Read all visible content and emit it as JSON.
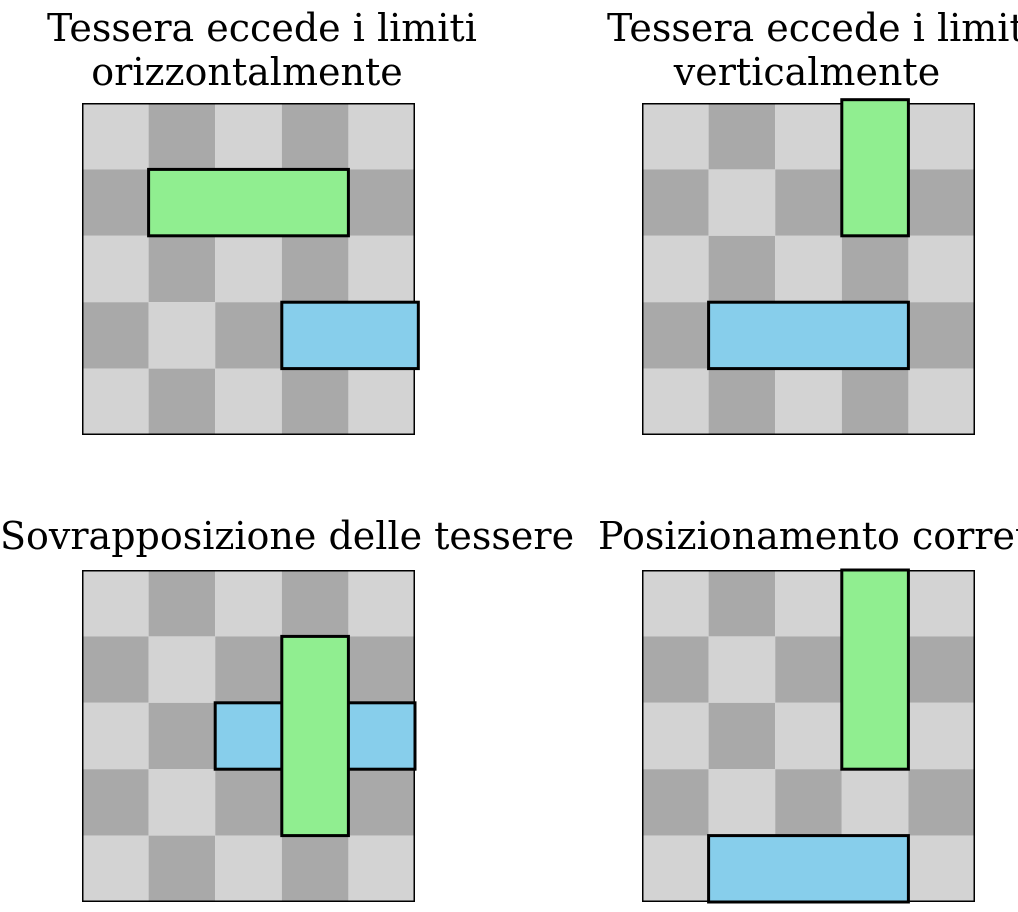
{
  "colors": {
    "light_cell": "#d3d3d3",
    "dark_cell": "#a9a9a9",
    "tile_green": "#90ee90",
    "tile_blue": "#87ceeb",
    "outline": "#000000"
  },
  "grid": {
    "rows": 5,
    "cols": 5
  },
  "panels": [
    {
      "title_lines": [
        "Tessera eccede i limiti",
        "orizzontalmente"
      ],
      "tiles": [
        {
          "color": "tile_green",
          "row": 1,
          "col": 1,
          "w": 3,
          "h": 1
        },
        {
          "color": "tile_blue",
          "row": 3,
          "col": 3,
          "w": 2.05,
          "h": 1
        }
      ]
    },
    {
      "title_lines": [
        "Tessera eccede i limiti",
        "verticalmente"
      ],
      "tiles": [
        {
          "color": "tile_green",
          "row": -0.05,
          "col": 3,
          "w": 1,
          "h": 2.05
        },
        {
          "color": "tile_blue",
          "row": 3,
          "col": 1,
          "w": 3,
          "h": 1
        }
      ]
    },
    {
      "title_lines": [
        "Sovrapposizione delle tessere"
      ],
      "tiles": [
        {
          "color": "tile_blue",
          "row": 2,
          "col": 2,
          "w": 3,
          "h": 1
        },
        {
          "color": "tile_green",
          "row": 1,
          "col": 3,
          "w": 1,
          "h": 3
        }
      ]
    },
    {
      "title_lines": [
        "Posizionamento corretto"
      ],
      "tiles": [
        {
          "color": "tile_green",
          "row": 0,
          "col": 3,
          "w": 1,
          "h": 3
        },
        {
          "color": "tile_blue",
          "row": 4,
          "col": 1,
          "w": 3,
          "h": 1
        }
      ]
    }
  ]
}
